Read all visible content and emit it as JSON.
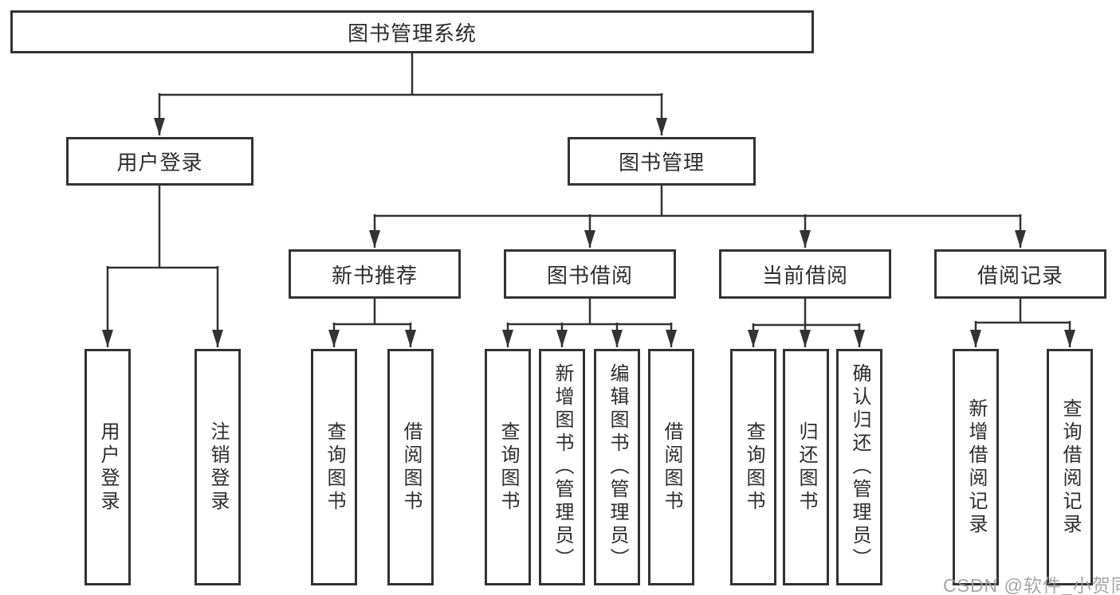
{
  "diagram": {
    "type": "tree",
    "root": {
      "label": "图书管理系统"
    },
    "level2": [
      {
        "label": "用户登录",
        "parent": "图书管理系统"
      },
      {
        "label": "图书管理",
        "parent": "图书管理系统"
      }
    ],
    "level3": [
      {
        "label": "新书推荐",
        "parent": "图书管理"
      },
      {
        "label": "图书借阅",
        "parent": "图书管理"
      },
      {
        "label": "当前借阅",
        "parent": "图书管理"
      },
      {
        "label": "借阅记录",
        "parent": "图书管理"
      }
    ],
    "leaves": [
      {
        "label": "用户登录",
        "parent": "用户登录"
      },
      {
        "label": "注销登录",
        "parent": "用户登录"
      },
      {
        "label": "查询图书",
        "parent": "新书推荐"
      },
      {
        "label": "借阅图书",
        "parent": "新书推荐"
      },
      {
        "label": "查询图书",
        "parent": "图书借阅"
      },
      {
        "label": "新增图书（管理员）",
        "parent": "图书借阅"
      },
      {
        "label": "编辑图书（管理员）",
        "parent": "图书借阅"
      },
      {
        "label": "借阅图书",
        "parent": "图书借阅"
      },
      {
        "label": "查询图书",
        "parent": "当前借阅"
      },
      {
        "label": "归还图书",
        "parent": "当前借阅"
      },
      {
        "label": "确认归还（管理员）",
        "parent": "当前借阅"
      },
      {
        "label": "新增借阅记录",
        "parent": "借阅记录"
      },
      {
        "label": "查询借阅记录",
        "parent": "借阅记录"
      }
    ]
  },
  "watermark": {
    "text": "CSDN @软件_小贺同学"
  },
  "colors": {
    "line": "#333333",
    "text": "#2d2d2d",
    "background": "#ffffff",
    "watermark": "#9e9e9e"
  }
}
